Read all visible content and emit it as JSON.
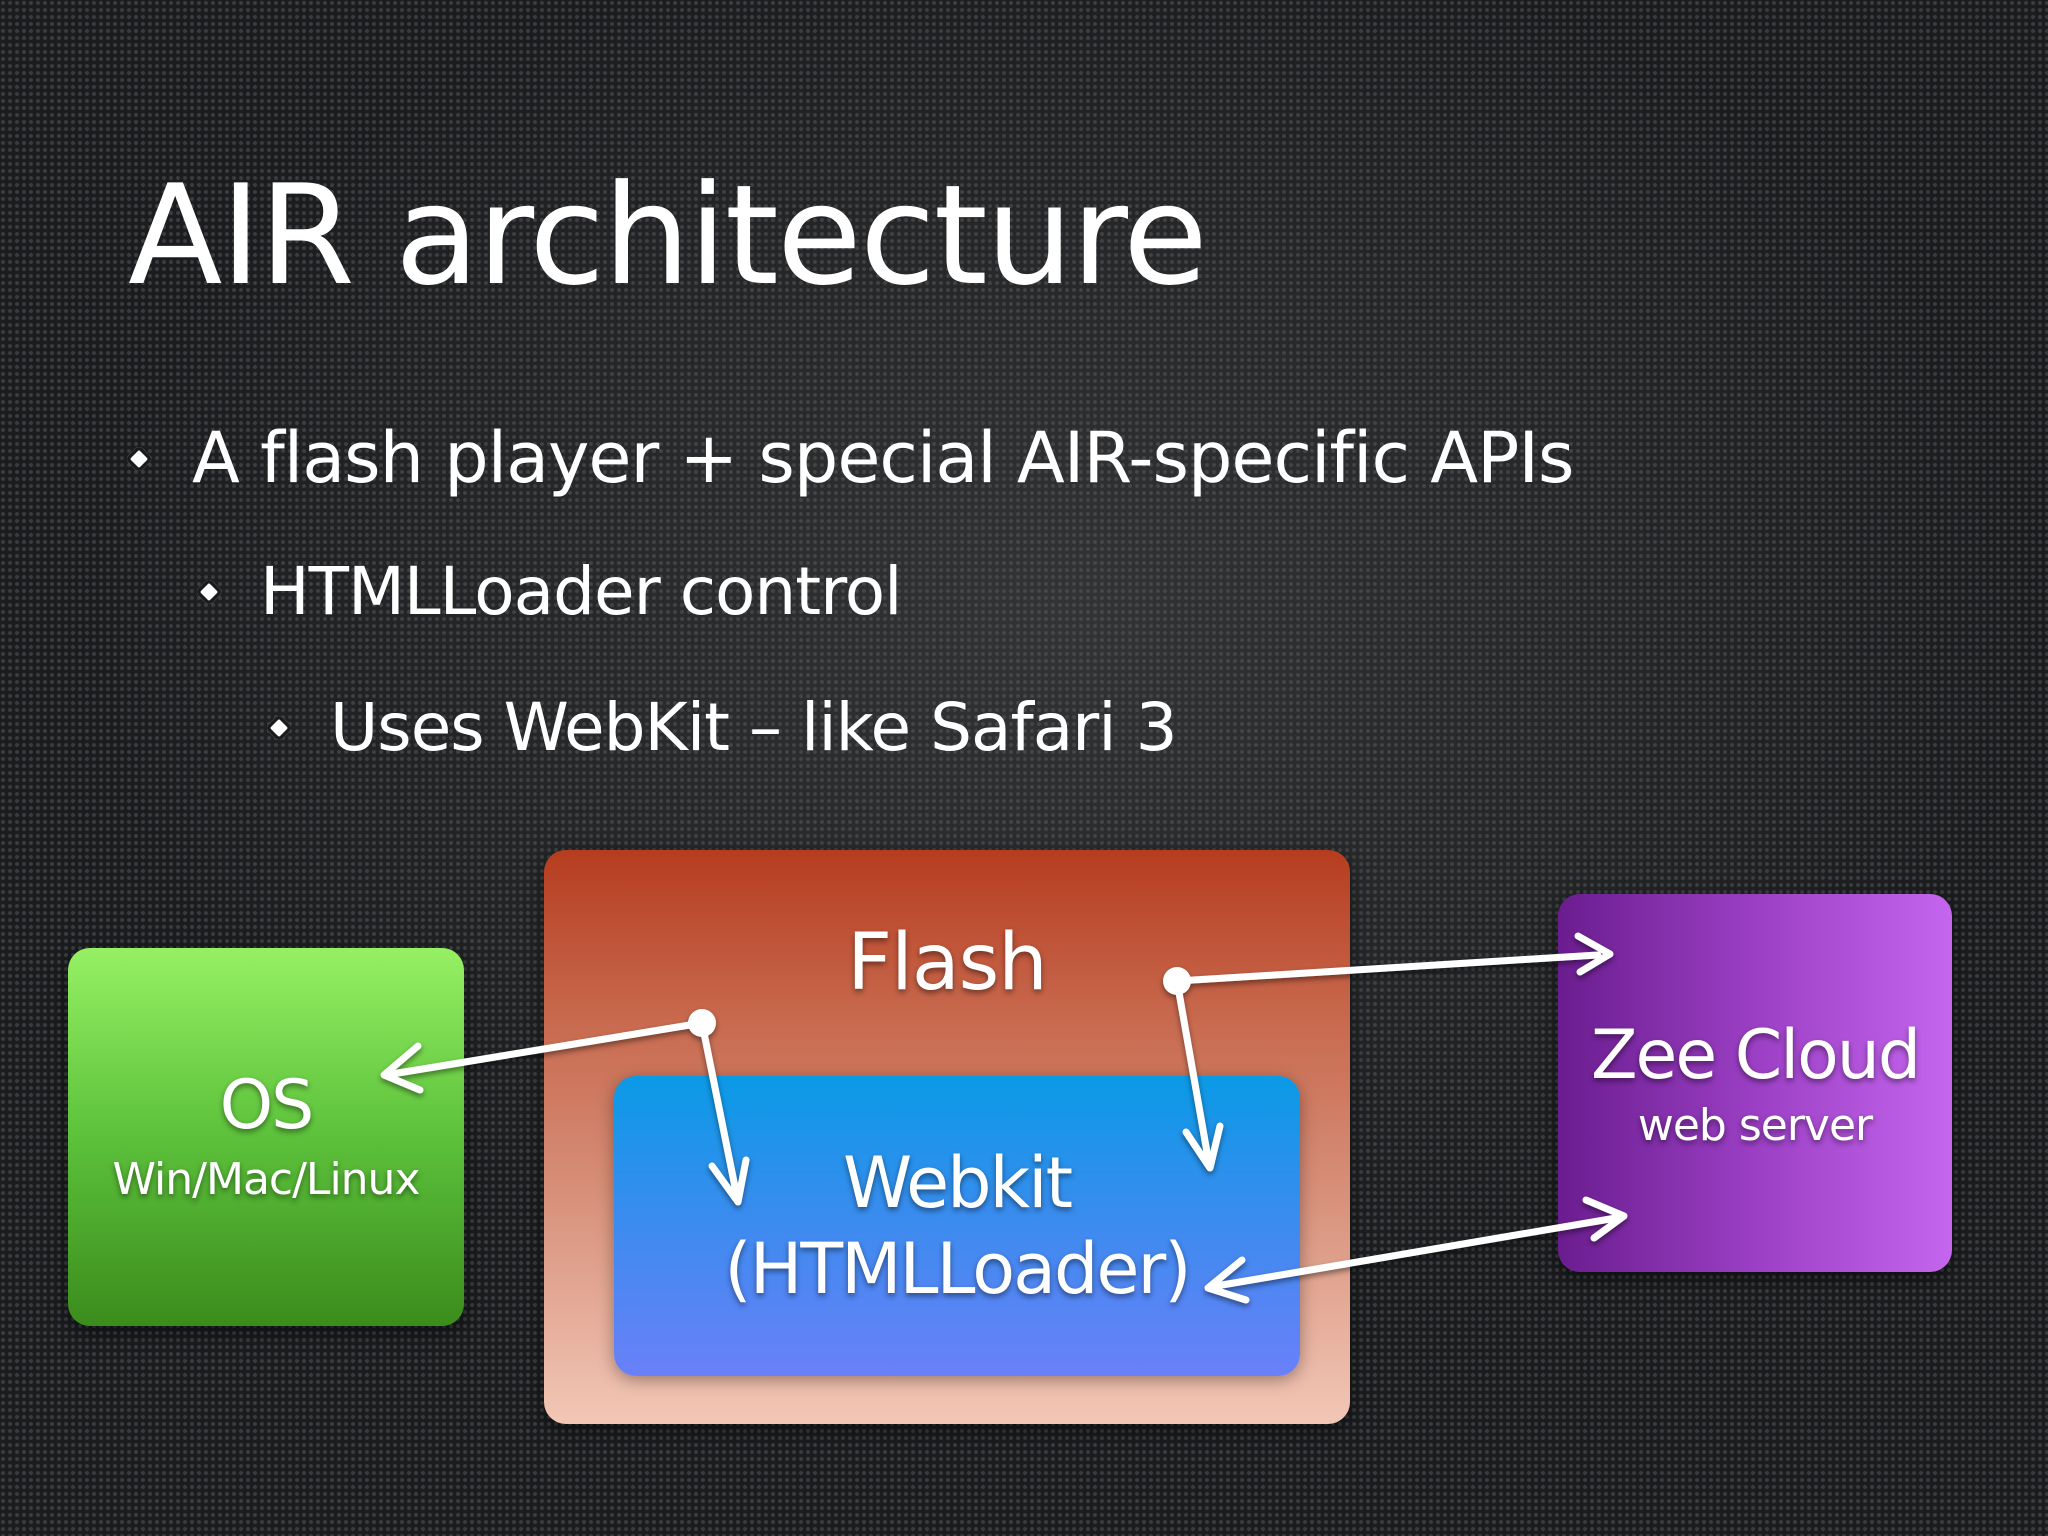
{
  "slide": {
    "title": "AIR architecture",
    "bullets": [
      "A flash player + special AIR-specific APIs",
      "HTMLLoader control",
      "Uses WebKit – like Safari 3"
    ]
  },
  "diagram": {
    "os": {
      "title": "OS",
      "subtitle": "Win/Mac/Linux",
      "color": "#5cc13b"
    },
    "flash": {
      "title": "Flash",
      "color": "#c86a4f"
    },
    "webkit": {
      "title": "Webkit",
      "subtitle": "(HTMLLoader)",
      "color": "#3d8bef"
    },
    "cloud": {
      "title": "Zee Cloud",
      "subtitle": "web server",
      "color": "#9b3fc4"
    },
    "arrow_color": "#ffffff"
  }
}
